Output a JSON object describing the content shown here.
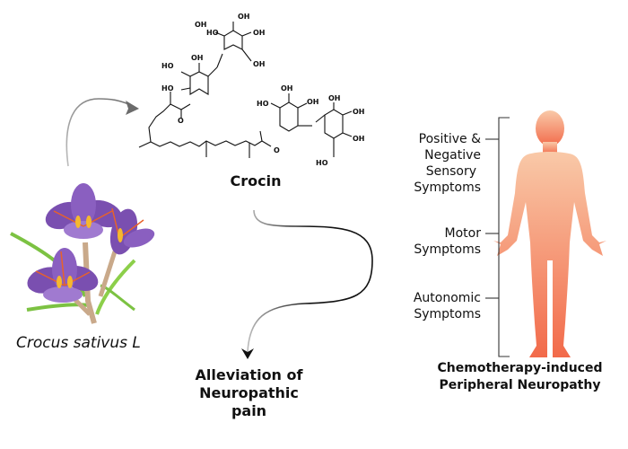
{
  "molecule": {
    "name": "Crocin",
    "atom_labels": {
      "hydroxyl": "OH",
      "hydroxyl_left": "HO",
      "oxygen": "O"
    }
  },
  "plant": {
    "name": "Crocus sativus L",
    "colors": {
      "petal": "#7a4fb0",
      "petal_light": "#a07ad0",
      "stigma": "#e8622a",
      "anther": "#f5b82e",
      "leaf": "#7cc242",
      "stem": "#c9a98a"
    }
  },
  "outcome": {
    "label_lines": [
      "Alleviation of",
      "Neuropathic",
      "pain"
    ]
  },
  "condition": {
    "label_lines": [
      "Chemotherapy-induced",
      "Peripheral Neuropathy"
    ],
    "body_colors": {
      "top": "#f9c7a6",
      "bottom": "#f26f4f"
    },
    "symptoms": [
      {
        "lines": [
          "Positive &",
          "Negative",
          "Sensory",
          "Symptoms"
        ]
      },
      {
        "lines": [
          "Motor",
          "Symptoms"
        ]
      },
      {
        "lines": [
          "Autonomic",
          "Symptoms"
        ]
      }
    ]
  },
  "arrows": {
    "plant_to_crocin_color": "#6b6b6b",
    "crocin_to_outcome_color": "#111111"
  }
}
